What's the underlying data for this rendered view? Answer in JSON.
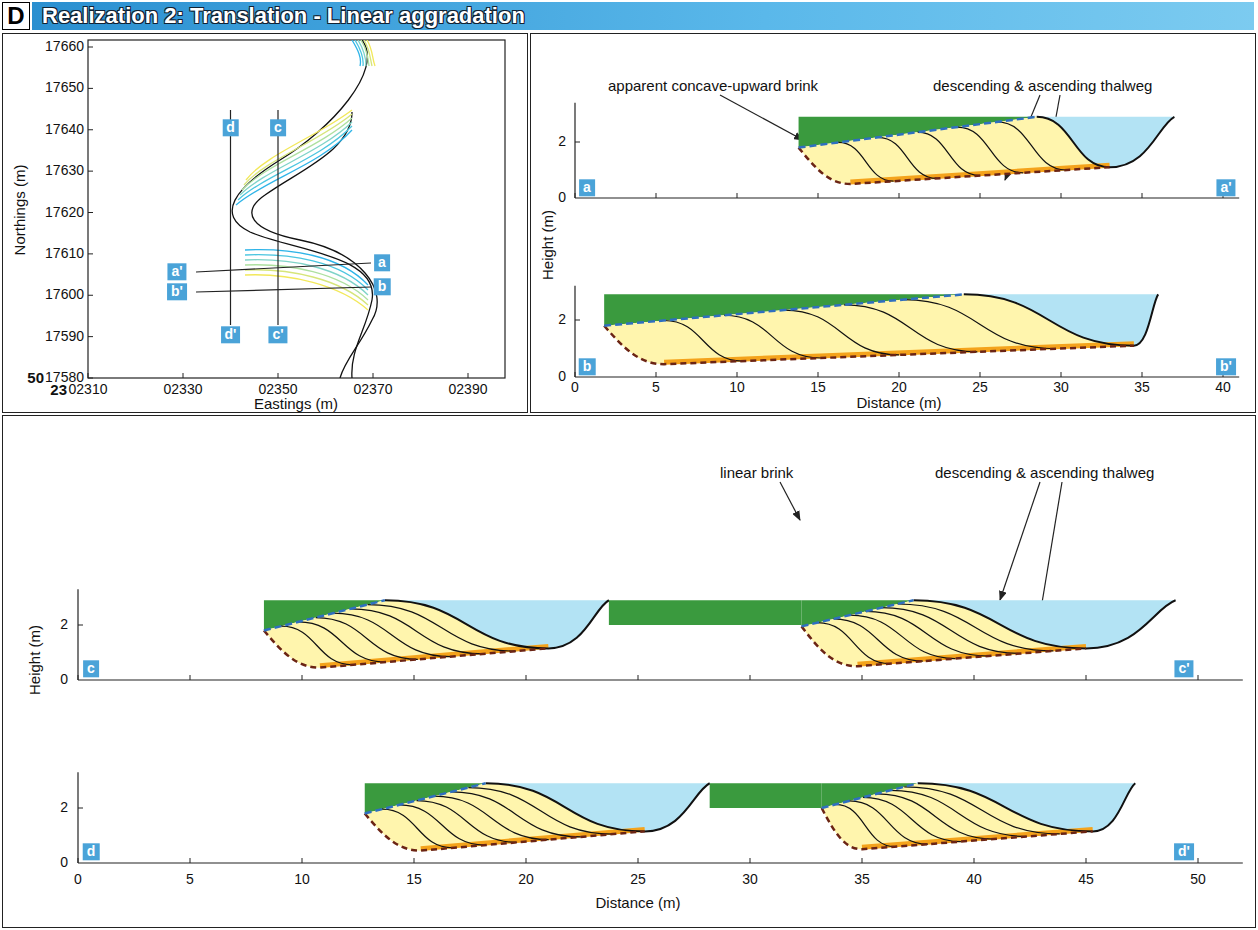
{
  "diagram": {
    "title": "Realization 2: Translation - Linear aggradation",
    "labels": [
      "D",
      "17660",
      "17650",
      "17640",
      "17630",
      "17620",
      "17610",
      "17600",
      "17590",
      "17580",
      "50",
      "02310",
      "02330",
      "02350",
      "02370",
      "02390",
      "23",
      "Eastings (m)",
      "Northings (m)",
      "d",
      "c",
      "a'",
      "a",
      "b'",
      "b",
      "d'",
      "c'",
      "apparent concave-upward brink",
      "descending & ascending thalweg",
      "a",
      "a'",
      "b",
      "b'",
      "Height (m)",
      "2",
      "0",
      "2",
      "0",
      "0",
      "5",
      "10",
      "15",
      "20",
      "25",
      "30",
      "35",
      "40",
      "Distance (m)",
      "linear brink",
      "descending & ascending thalweg",
      "c",
      "c'",
      "d",
      "d'",
      "Height (m)",
      "2",
      "0",
      "2",
      "0",
      "0",
      "5",
      "10",
      "15",
      "20",
      "25",
      "30",
      "35",
      "40",
      "45",
      "50",
      "Distance (m)"
    ]
  }
}
